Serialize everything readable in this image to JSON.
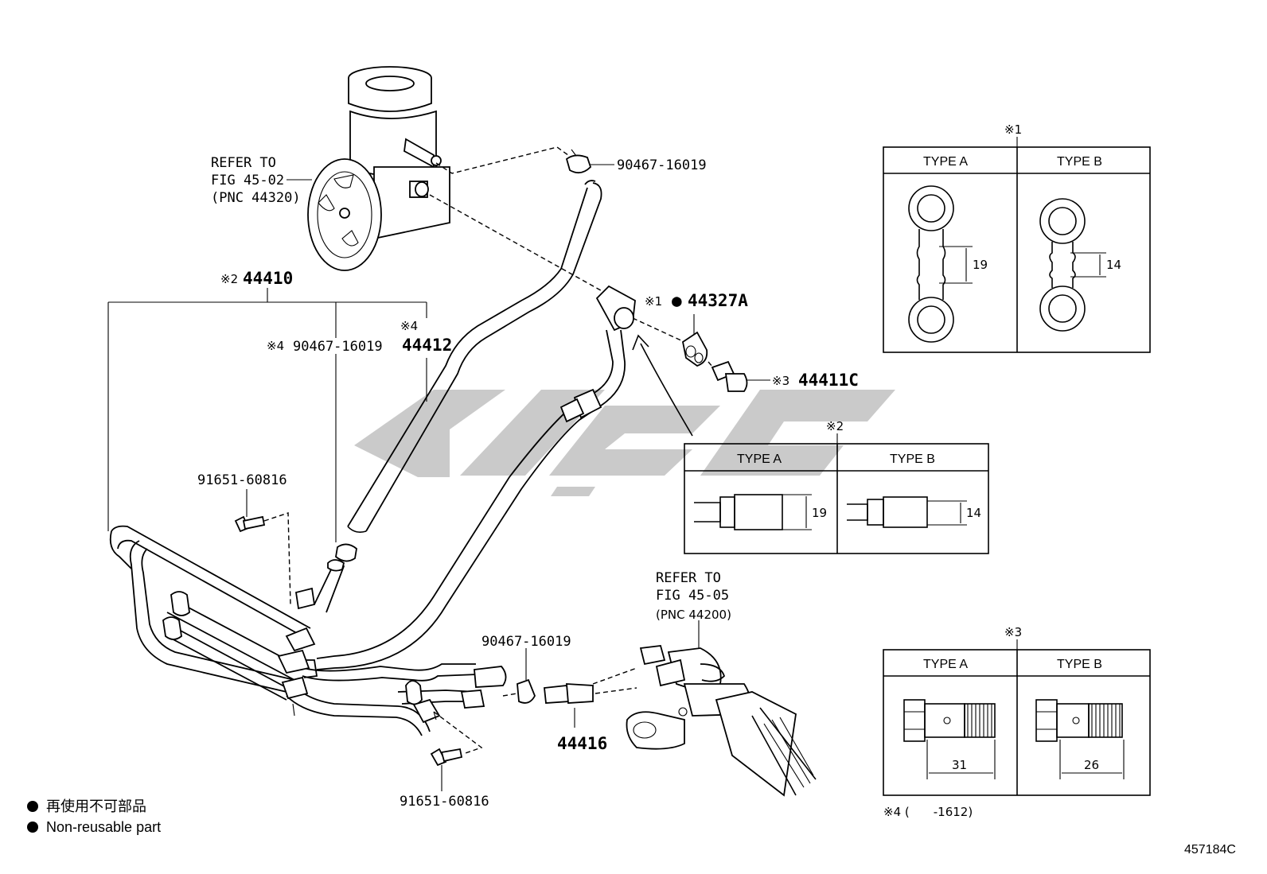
{
  "refer_pump": {
    "line1": "REFER TO",
    "line2": "FIG 45-02",
    "line3": "(PNC 44320)"
  },
  "refer_gear": {
    "line1": "REFER TO",
    "line2": "FIG 45-05",
    "line3": "(PNC 44200)"
  },
  "parts": {
    "clamp_top": "90467-16019",
    "tube_assy_mark": "※2",
    "tube_assy": "44410",
    "clamp_left_mark": "※4",
    "clamp_left": "90467-16019",
    "hose_mark": "※4",
    "hose": "44412",
    "gasket_mark": "※1",
    "gasket_bullet": "●",
    "gasket": "44327A",
    "union_bolt_mark": "※3",
    "union_bolt": "44411C",
    "bolt_left": "91651-60816",
    "clamp_bottom": "90467-16019",
    "union": "44416",
    "bolt_bottom": "91651-60816"
  },
  "table1": {
    "mark": "※1",
    "col_a": "TYPE A",
    "col_b": "TYPE B",
    "dim_a": "19",
    "dim_b": "14"
  },
  "table2": {
    "mark": "※2",
    "col_a": "TYPE A",
    "col_b": "TYPE B",
    "dim_a": "19",
    "dim_b": "14"
  },
  "table3": {
    "mark": "※3",
    "col_a": "TYPE A",
    "col_b": "TYPE B",
    "dim_a": "31",
    "dim_b": "26"
  },
  "note4": "※4 (　　-1612)",
  "legend": {
    "item1": "再使用不可部品",
    "item2": "Non-reusable part"
  },
  "figure_id": "457184C"
}
